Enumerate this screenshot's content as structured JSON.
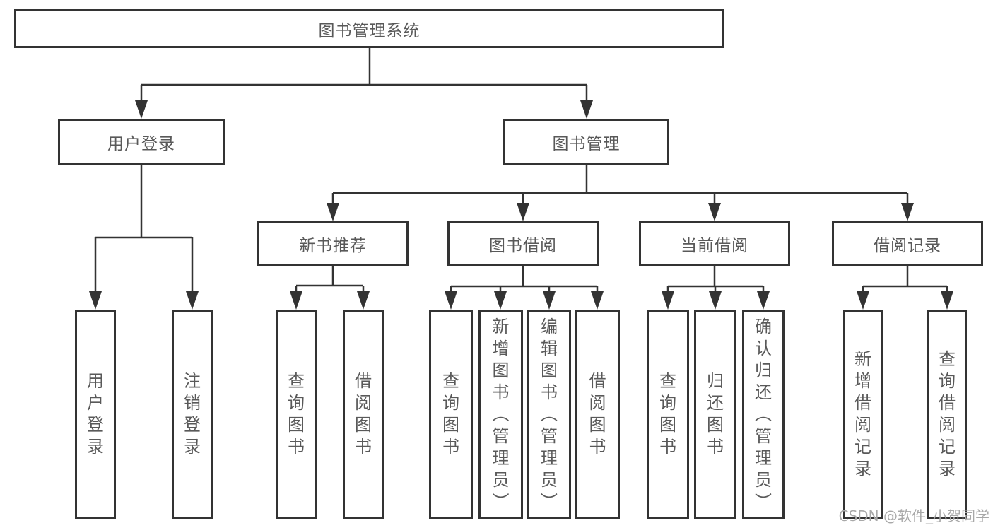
{
  "diagram": {
    "root": {
      "label": "图书管理系统"
    },
    "level2": [
      {
        "label": "用户登录"
      },
      {
        "label": "图书管理"
      }
    ],
    "level3": [
      {
        "label": "新书推荐"
      },
      {
        "label": "图书借阅"
      },
      {
        "label": "当前借阅"
      },
      {
        "label": "借阅记录"
      }
    ],
    "leaves": {
      "user_login": [
        "用户登录",
        "注销登录"
      ],
      "new_book_recommendation": [
        "查询图书",
        "借阅图书"
      ],
      "book_borrowing": [
        "查询图书",
        "新增图书（管理员）",
        "编辑图书（管理员）",
        "借阅图书"
      ],
      "current_borrowing": [
        "查询图书",
        "归还图书",
        "确认归还（管理员）"
      ],
      "borrowing_records": [
        "新增借阅记录",
        "查询借阅记录"
      ]
    }
  },
  "watermark": {
    "text": "CSDN @软件_小贺同学"
  },
  "colors": {
    "line": "#333333",
    "text": "#595959",
    "watermark": "#a8a8a8",
    "background": "#ffffff"
  }
}
